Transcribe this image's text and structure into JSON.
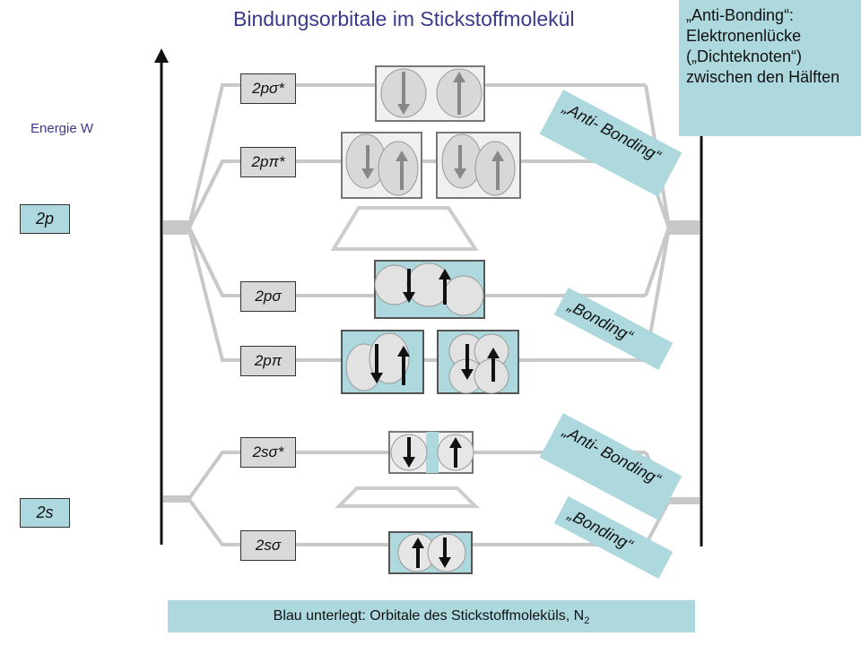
{
  "title": "Bindungsorbitale im Stickstoffmolekül",
  "energy_label": "Energie W",
  "atomic_levels": {
    "p": "2p",
    "s": "2s"
  },
  "mo_levels": [
    "2pσ*",
    "2pπ*",
    "2pσ",
    "2pπ",
    "2sσ*",
    "2sσ"
  ],
  "annotation": "„Anti-Bonding“: Elektronenlücke („Dichteknoten“) zwischen den Hälften",
  "tags": {
    "anti_upper": "„Anti- Bonding“",
    "bond_upper": "„Bonding“",
    "anti_lower": "„Anti- Bonding“",
    "bond_lower": "„Bonding“"
  },
  "footer": {
    "text": "Blau unterlegt: Orbitale des Stickstoffmoleküls, N",
    "subscript": "2"
  },
  "colors": {
    "accent_blue": "#add8de",
    "title": "#3a3a8c",
    "level_line": "#c8c8c8"
  }
}
